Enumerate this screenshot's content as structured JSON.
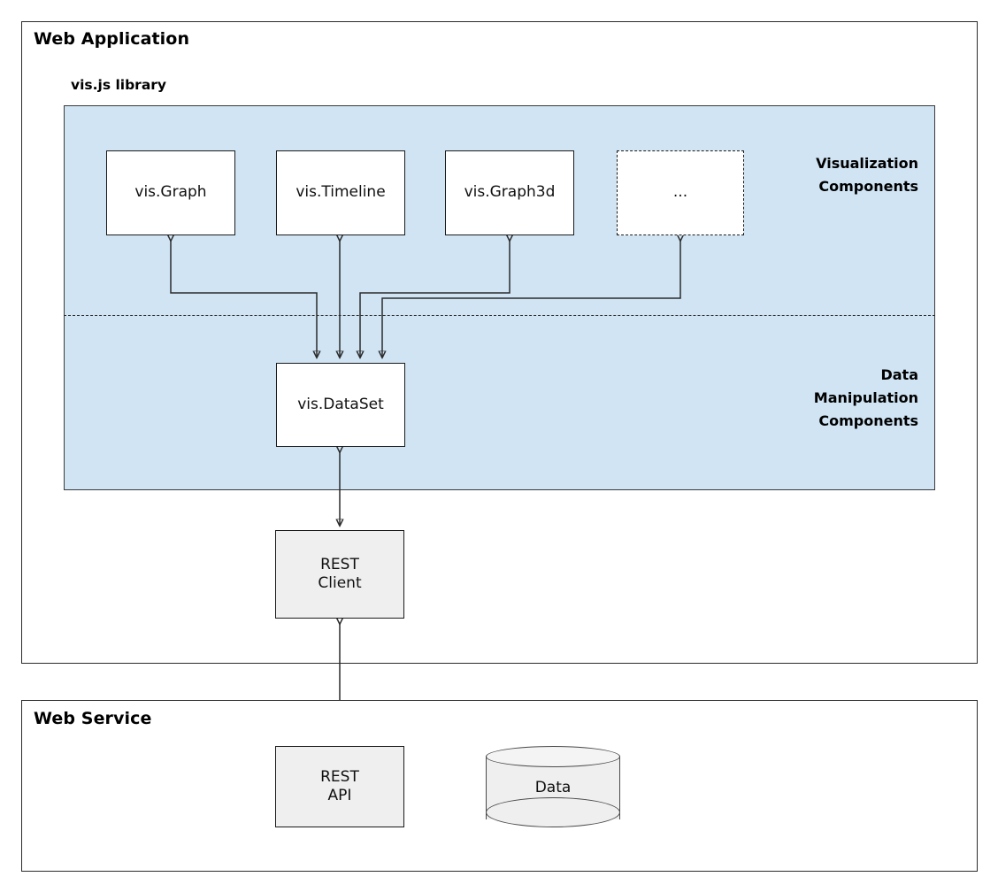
{
  "webapp": {
    "title": "Web Application",
    "library_title": "vis.js library",
    "visualization_caption_line1": "Visualization",
    "visualization_caption_line2": "Components",
    "datamanip_caption_line1": "Data",
    "datamanip_caption_line2": "Manipulation",
    "datamanip_caption_line3": "Components",
    "nodes": {
      "graph": "vis.Graph",
      "timeline": "vis.Timeline",
      "graph3d": "vis.Graph3d",
      "more": "...",
      "dataset": "vis.DataSet",
      "rest_client_line1": "REST",
      "rest_client_line2": "Client"
    }
  },
  "webservice": {
    "title": "Web Service",
    "nodes": {
      "rest_api_line1": "REST",
      "rest_api_line2": "API",
      "data": "Data"
    }
  },
  "colors": {
    "panel_fill": "#d0e4f4",
    "node_fill": "#ffffff",
    "grey_node_fill": "#efefef",
    "stroke": "#2b2b2b"
  }
}
